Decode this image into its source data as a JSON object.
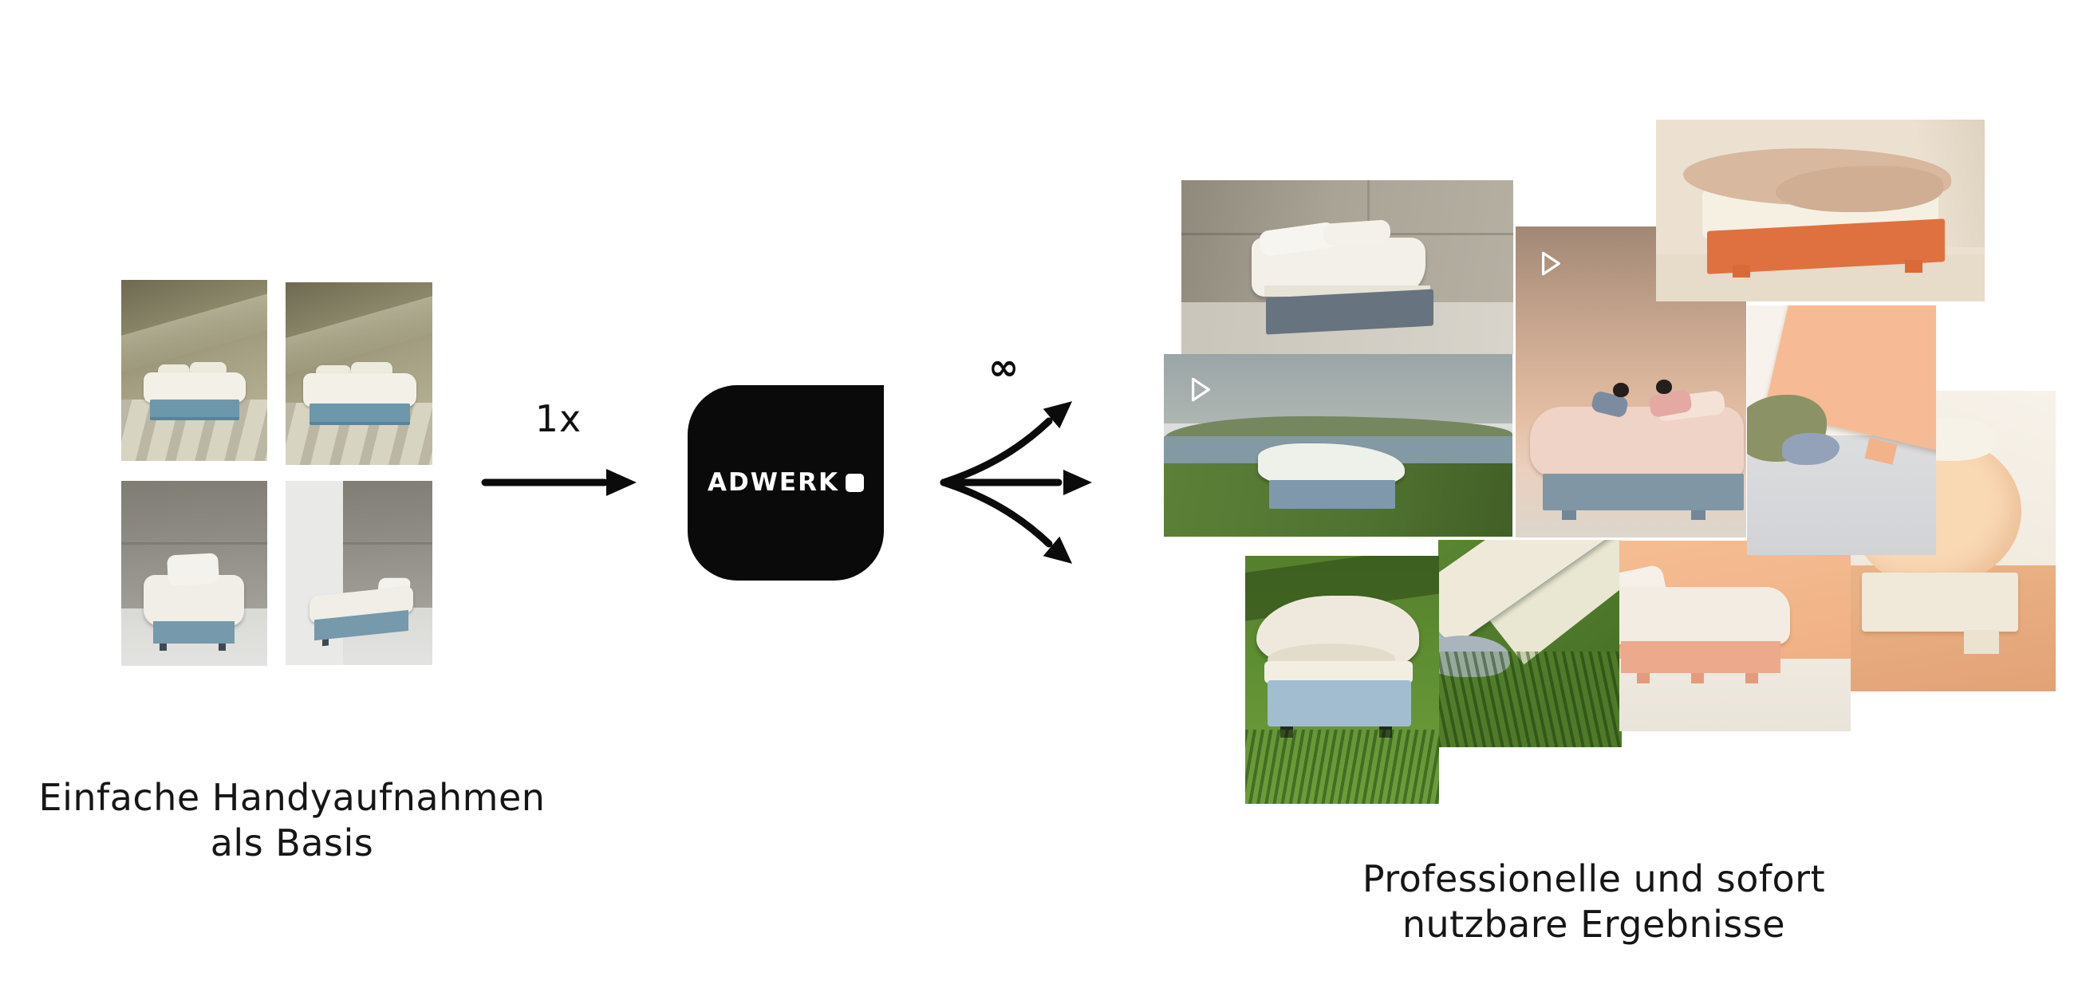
{
  "logo": {
    "text": "ADWERK",
    "mark_glyph": "rounded-square",
    "bg": "#0a0a0a",
    "fg": "#ffffff"
  },
  "flow": {
    "input_count_label": "1x",
    "output_count_label": "∞"
  },
  "captions": {
    "input_line1": "Einfache Handyaufnahmen",
    "input_line2": "als Basis",
    "output_line1": "Professionelle und sofort",
    "output_line2": "nutzbare Ergebnisse"
  },
  "colors": {
    "background": "#ffffff",
    "text": "#161616",
    "arrow": "#0b0b0b",
    "logo_bg": "#0a0a0a",
    "accent_orange": "#df7140",
    "accent_peach": "#f6bb94",
    "accent_pink": "#eca98c",
    "accent_blue": "#7699ab"
  },
  "input_photos": [
    {
      "id": "phone-photo-1",
      "desc": "Double bed with blue base in olive concrete room"
    },
    {
      "id": "phone-photo-2",
      "desc": "Double bed with blue base, sunlit olive concrete room"
    },
    {
      "id": "phone-photo-3",
      "desc": "Single bed with white duvet against grey concrete wall"
    },
    {
      "id": "phone-photo-4",
      "desc": "Single bed angled view in grey concrete corner"
    }
  ],
  "output_photos": [
    {
      "id": "result-grey-bed-studio",
      "desc": "Double bed with grey base in concrete studio",
      "video": false
    },
    {
      "id": "result-kids-on-bed",
      "desc": "Two kids playing on bed in warm peach room",
      "video": true
    },
    {
      "id": "result-orange-base-bed",
      "desc": "Bed with orange base and beige throw in cream room",
      "video": false
    },
    {
      "id": "result-lakeside-bed",
      "desc": "Bed on lakeside meadow",
      "video": true
    },
    {
      "id": "result-bed-row-grass",
      "desc": "Row of beds on grass",
      "video": false
    },
    {
      "id": "result-blue-bed-grass",
      "desc": "Blue bed base close-up on grass",
      "video": false
    },
    {
      "id": "result-pink-bed-orange-wall",
      "desc": "Pink-base bed in front of orange wall",
      "video": false
    },
    {
      "id": "result-peach-headboard",
      "desc": "Peach headboard close-up with fabrics",
      "video": false
    },
    {
      "id": "result-peach-duvet-bed",
      "desc": "Bed with peach duvet and cream base",
      "video": false
    }
  ]
}
